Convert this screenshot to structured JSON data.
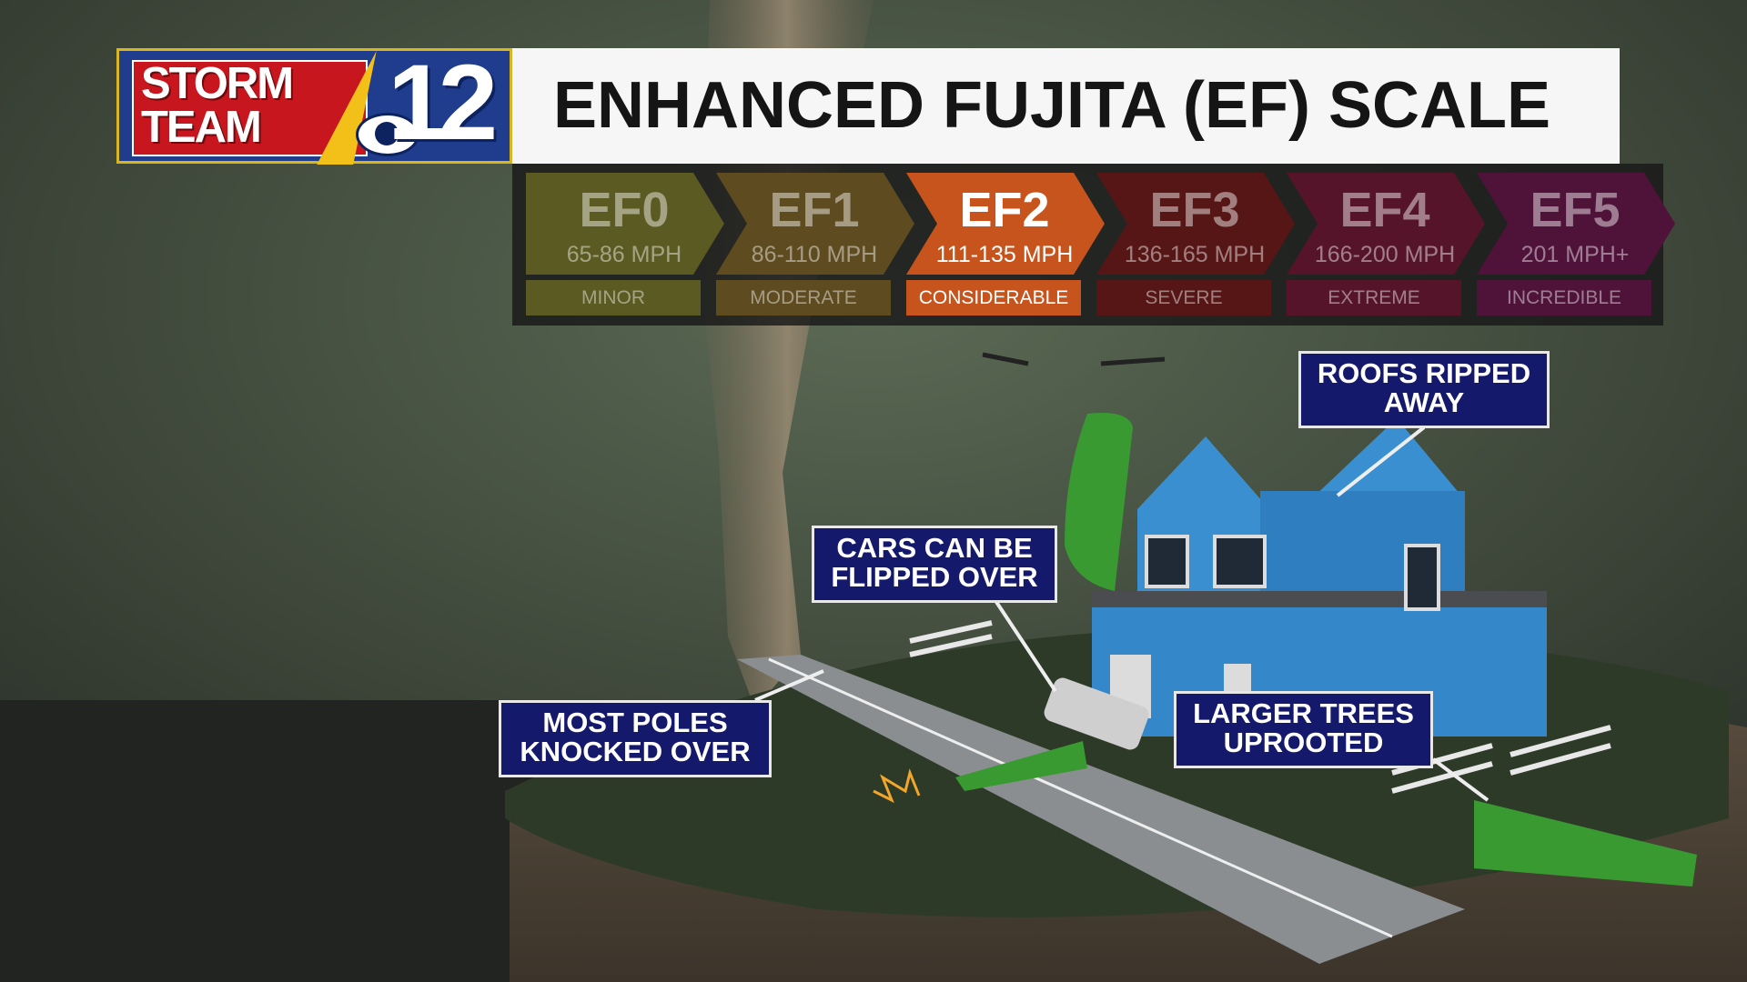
{
  "logo": {
    "line1": "STORM",
    "line2": "TEAM",
    "number": "12",
    "colors": {
      "red": "#c8161e",
      "blue": "#1f3d8c",
      "gold": "#f2c018"
    }
  },
  "title": "ENHANCED FUJITA (EF) SCALE",
  "scale": [
    {
      "level": "EF0",
      "speed": "65-86 MPH",
      "category": "MINOR",
      "color": "#5a5a22",
      "active": false
    },
    {
      "level": "EF1",
      "speed": "86-110 MPH",
      "category": "MODERATE",
      "color": "#5e4b20",
      "active": false
    },
    {
      "level": "EF2",
      "speed": "111-135 MPH",
      "category": "CONSIDERABLE",
      "color": "#c8541d",
      "active": true
    },
    {
      "level": "EF3",
      "speed": "136-165 MPH",
      "category": "SEVERE",
      "color": "#561616",
      "active": false
    },
    {
      "level": "EF4",
      "speed": "166-200 MPH",
      "category": "EXTREME",
      "color": "#55142a",
      "active": false
    },
    {
      "level": "EF5",
      "speed": "201 MPH+",
      "category": "INCREDIBLE",
      "color": "#4f1239",
      "active": false
    }
  ],
  "callouts": {
    "roofs": [
      "ROOFS RIPPED",
      "AWAY"
    ],
    "cars": [
      "CARS CAN BE",
      "FLIPPED OVER"
    ],
    "poles": [
      "MOST POLES",
      "KNOCKED OVER"
    ],
    "trees": [
      "LARGER TREES",
      "UPROOTED"
    ]
  }
}
